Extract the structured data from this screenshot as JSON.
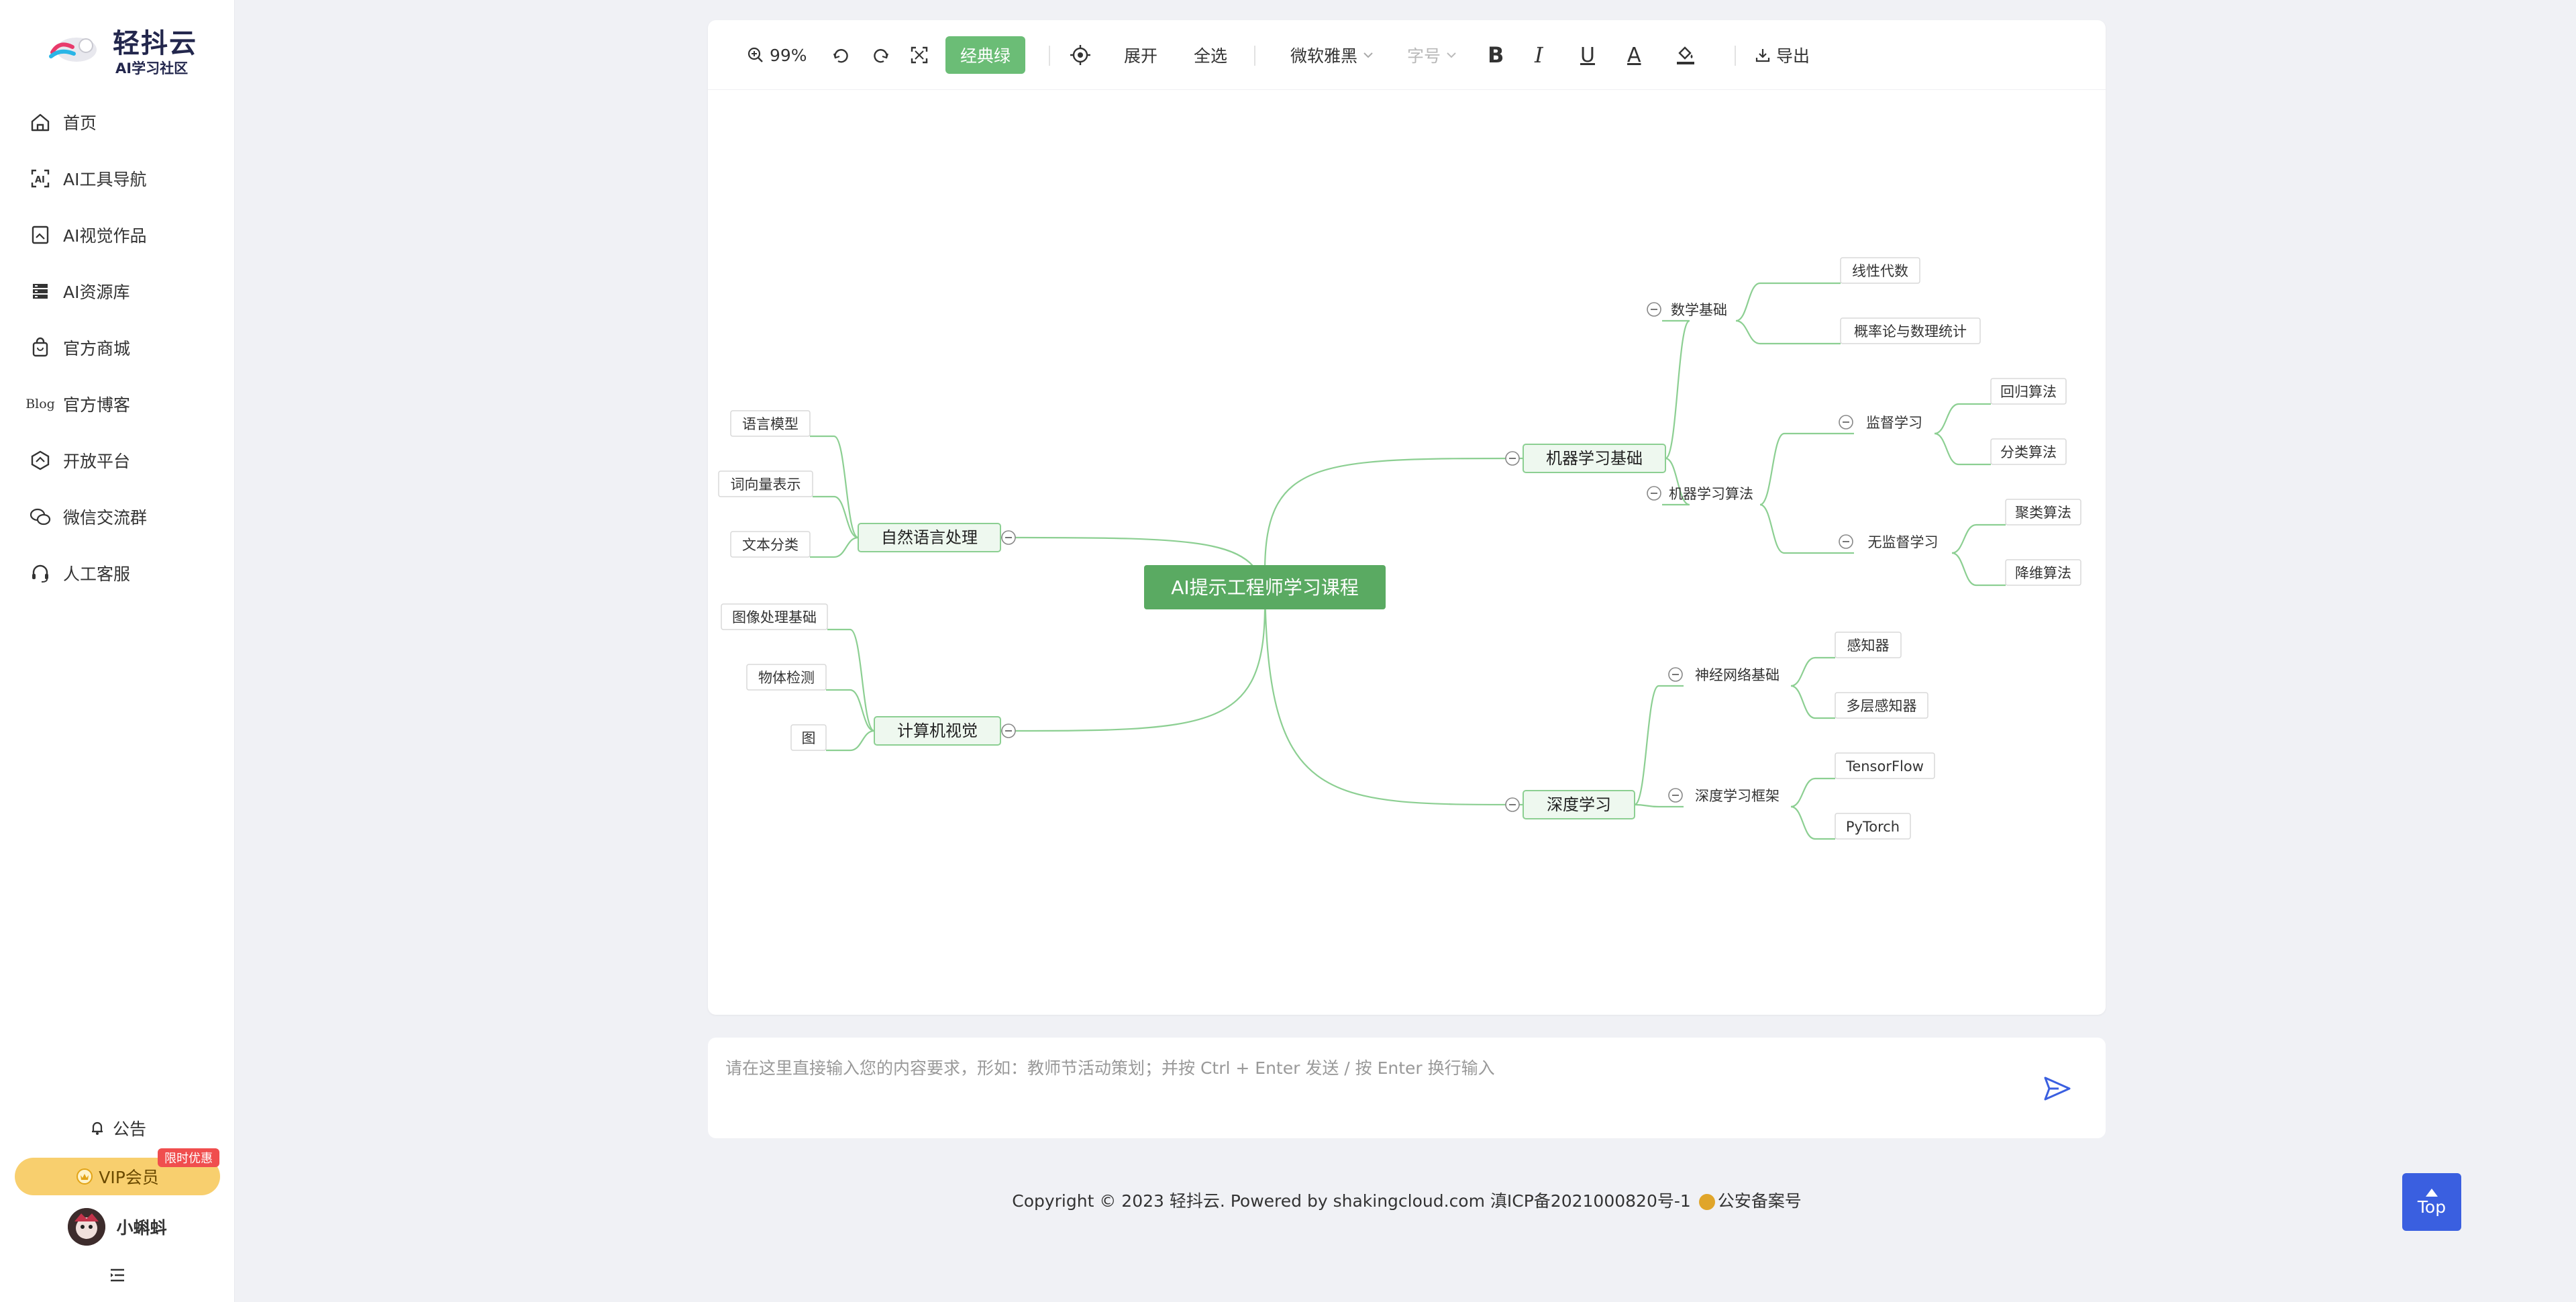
{
  "brand": {
    "title": "轻抖云",
    "subtitle": "AI学习社区"
  },
  "sidebar": {
    "items": [
      {
        "label": "首页",
        "icon": "home-icon"
      },
      {
        "label": "AI工具导航",
        "icon": "ai-tool-icon"
      },
      {
        "label": "AI视觉作品",
        "icon": "gallery-icon"
      },
      {
        "label": "AI资源库",
        "icon": "database-icon"
      },
      {
        "label": "官方商城",
        "icon": "shopping-bag-icon"
      },
      {
        "label": "官方博客",
        "icon": "blog-icon",
        "icon_text": "Blog"
      },
      {
        "label": "开放平台",
        "icon": "hexagon-icon"
      },
      {
        "label": "微信交流群",
        "icon": "wechat-icon"
      },
      {
        "label": "人工客服",
        "icon": "headset-icon"
      }
    ],
    "notice": "公告",
    "vip": "VIP会员",
    "vip_badge": "限时优惠",
    "user_name": "小蝌蚪"
  },
  "toolbar": {
    "zoom": "99%",
    "classic": "经典绿",
    "expand": "展开",
    "select_all": "全选",
    "font": "微软雅黑",
    "font_size": "字号",
    "bold": "B",
    "italic": "I",
    "underline": "U",
    "font_color": "A",
    "export": "导出"
  },
  "mindmap": {
    "root": "AI提示工程师学习课程",
    "ml": "机器学习基础",
    "math": "数学基础",
    "linear": "线性代数",
    "prob": "概率论与数理统计",
    "ml_algo": "机器学习算法",
    "supervised": "监督学习",
    "regression": "回归算法",
    "classification": "分类算法",
    "unsupervised": "无监督学习",
    "clustering": "聚类算法",
    "dim_reduction": "降维算法",
    "dl": "深度学习",
    "nn_basic": "神经网络基础",
    "perceptron": "感知器",
    "mlp": "多层感知器",
    "dl_framework": "深度学习框架",
    "tensorflow": "TensorFlow",
    "pytorch": "PyTorch",
    "nlp": "自然语言处理",
    "lang_model": "语言模型",
    "word_vec": "词向量表示",
    "text_class": "文本分类",
    "cv": "计算机视觉",
    "img_proc": "图像处理基础",
    "obj_detect": "物体检测",
    "graph": "图"
  },
  "input": {
    "placeholder": "请在这里直接输入您的内容要求，形如：教师节活动策划；并按 Ctrl + Enter 发送 / 按 Enter 换行输入"
  },
  "footer": {
    "copyright": "Copyright © 2023 轻抖云. Powered by shakingcloud.com 滇ICP备2021000820号-1",
    "police": "公安备案号"
  },
  "top_button": "Top",
  "colors": {
    "accent_green": "#5aaa62",
    "line_green": "#8ccf92",
    "node_fill": "#eef8ef",
    "vip": "#f8cf6e",
    "top_btn": "#3a5fe0"
  }
}
